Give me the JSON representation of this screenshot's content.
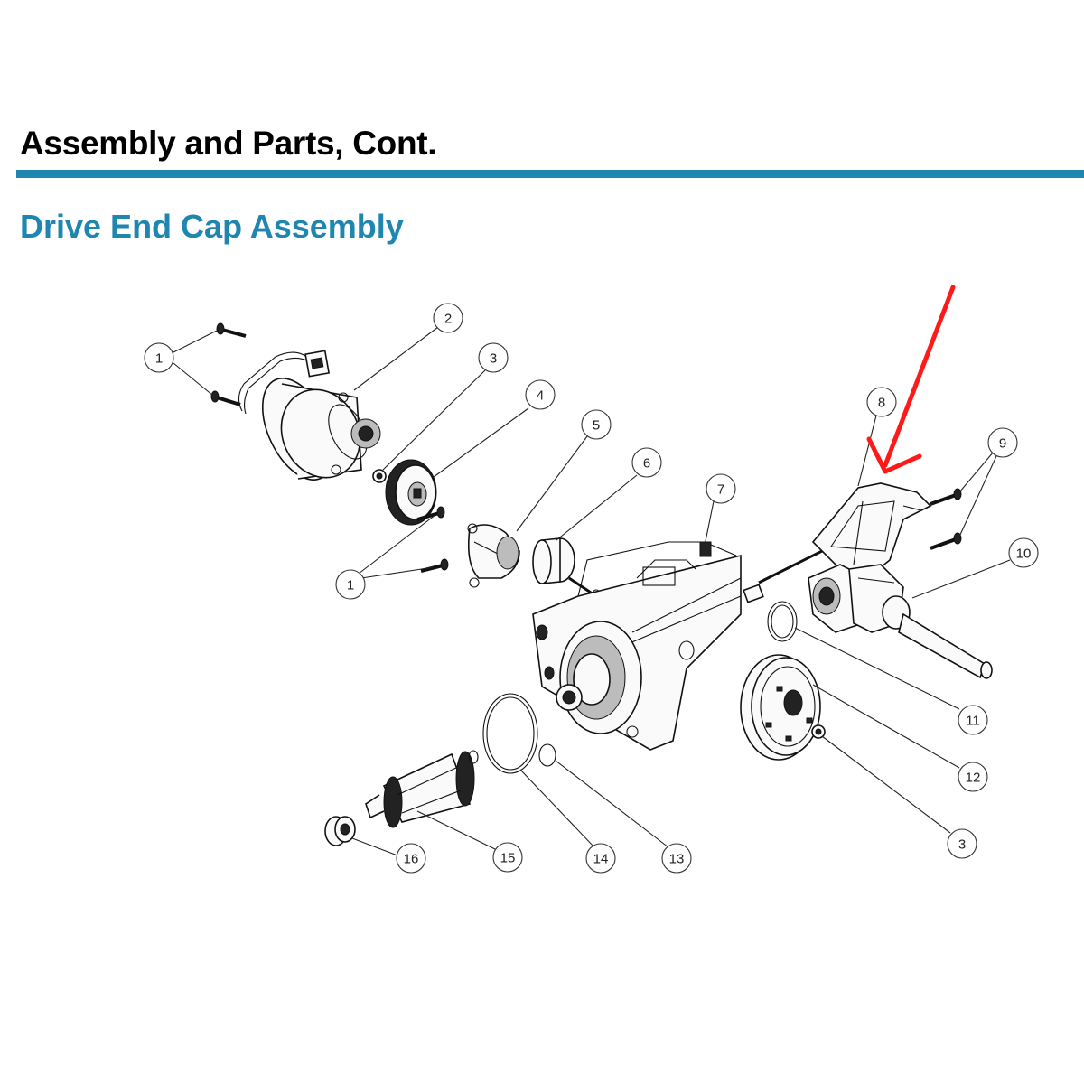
{
  "header": {
    "title": "Assembly and Parts, Cont.",
    "section_title": "Drive End Cap Assembly"
  },
  "colors": {
    "accent": "#1f86b0",
    "annotation_arrow": "#ff1a1a"
  },
  "callouts": [
    {
      "label": "1"
    },
    {
      "label": "2"
    },
    {
      "label": "3"
    },
    {
      "label": "4"
    },
    {
      "label": "5"
    },
    {
      "label": "6"
    },
    {
      "label": "7"
    },
    {
      "label": "8"
    },
    {
      "label": "9"
    },
    {
      "label": "10"
    },
    {
      "label": "1"
    },
    {
      "label": "11"
    },
    {
      "label": "12"
    },
    {
      "label": "3"
    },
    {
      "label": "13"
    },
    {
      "label": "14"
    },
    {
      "label": "15"
    },
    {
      "label": "16"
    }
  ],
  "annotation": {
    "icon": "red-arrow-icon"
  }
}
